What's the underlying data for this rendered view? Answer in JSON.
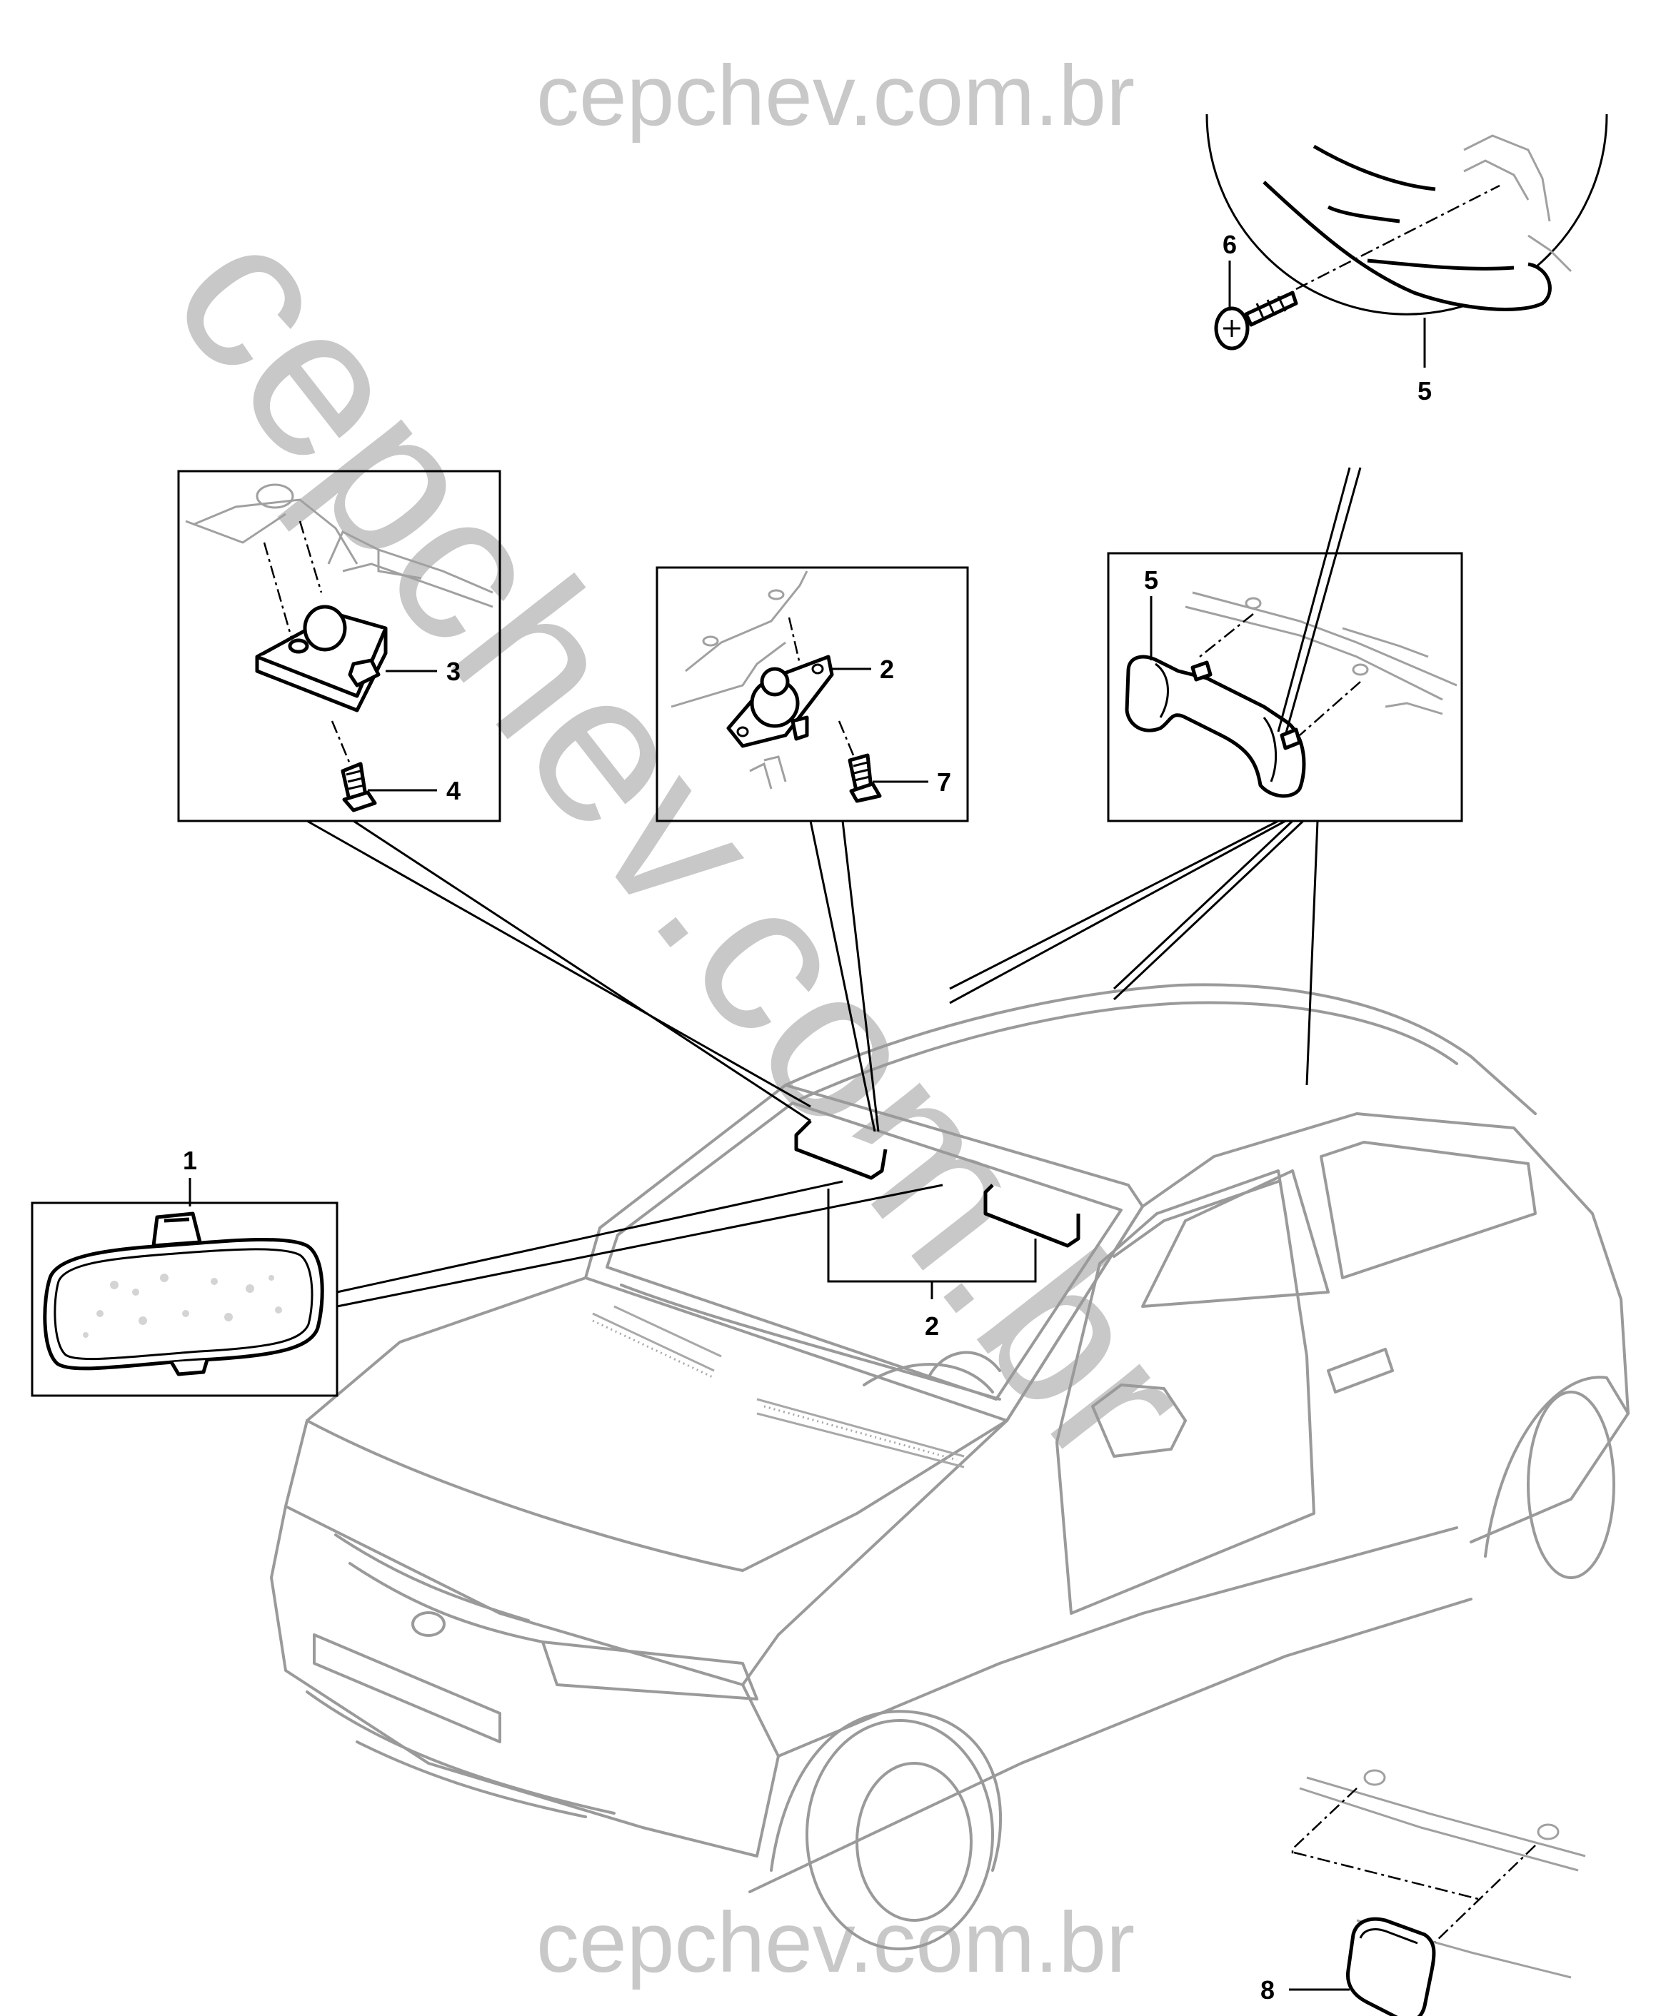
{
  "watermark": {
    "top": "cepchev.com.br",
    "bottom": "cepchev.com.br",
    "diagonal": "cepchev.com.br"
  },
  "callouts": {
    "c1": "1",
    "c2_lamp": "2",
    "c2_bottom": "2",
    "c3": "3",
    "c4": "4",
    "c5_box": "5",
    "c5_circle": "5",
    "c6": "6",
    "c7": "7",
    "c8": "8"
  },
  "colors": {
    "line": "#000000",
    "car_outline": "#9a9a9a",
    "watermark": "#c8c8c8"
  }
}
